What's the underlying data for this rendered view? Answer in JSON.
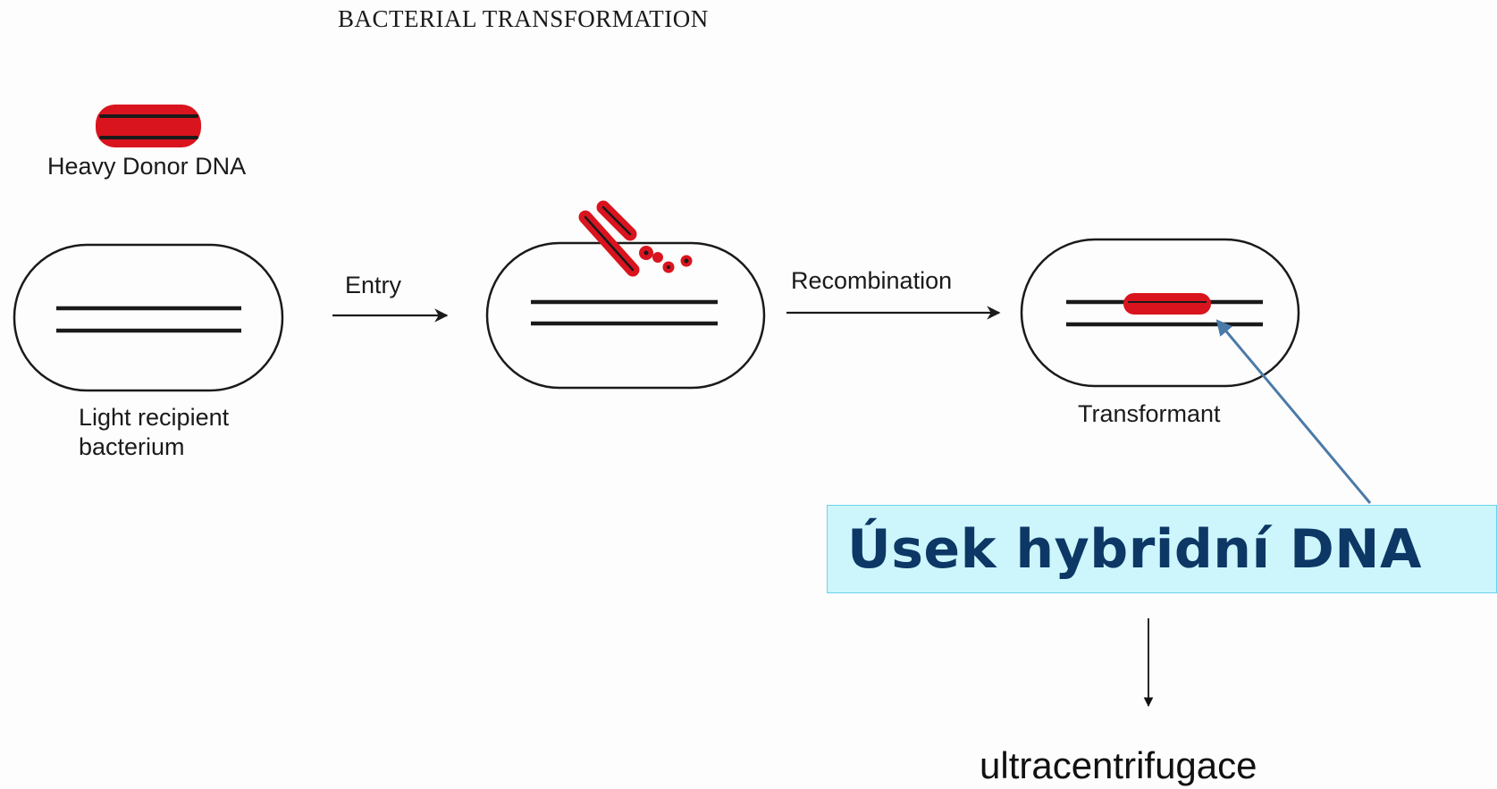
{
  "diagram": {
    "title": "BACTERIAL TRANSFORMATION",
    "donor_label": "Heavy Donor DNA",
    "recipient_label_line1": "Light recipient",
    "recipient_label_line2": "bacterium",
    "step1_label": "Entry",
    "step2_label": "Recombination",
    "transformant_label": "Transformant",
    "callout_text": "Úsek hybridní DNA",
    "bottom_label": "ultracentrifugace"
  },
  "colors": {
    "donor_dna": "#d9141e",
    "chromosome": "#1a1a1a",
    "callout_fill": "#ccf6fc",
    "callout_border": "#6ad2ea",
    "callout_text": "#0d3765",
    "callout_arrow": "#4a7aa8"
  }
}
